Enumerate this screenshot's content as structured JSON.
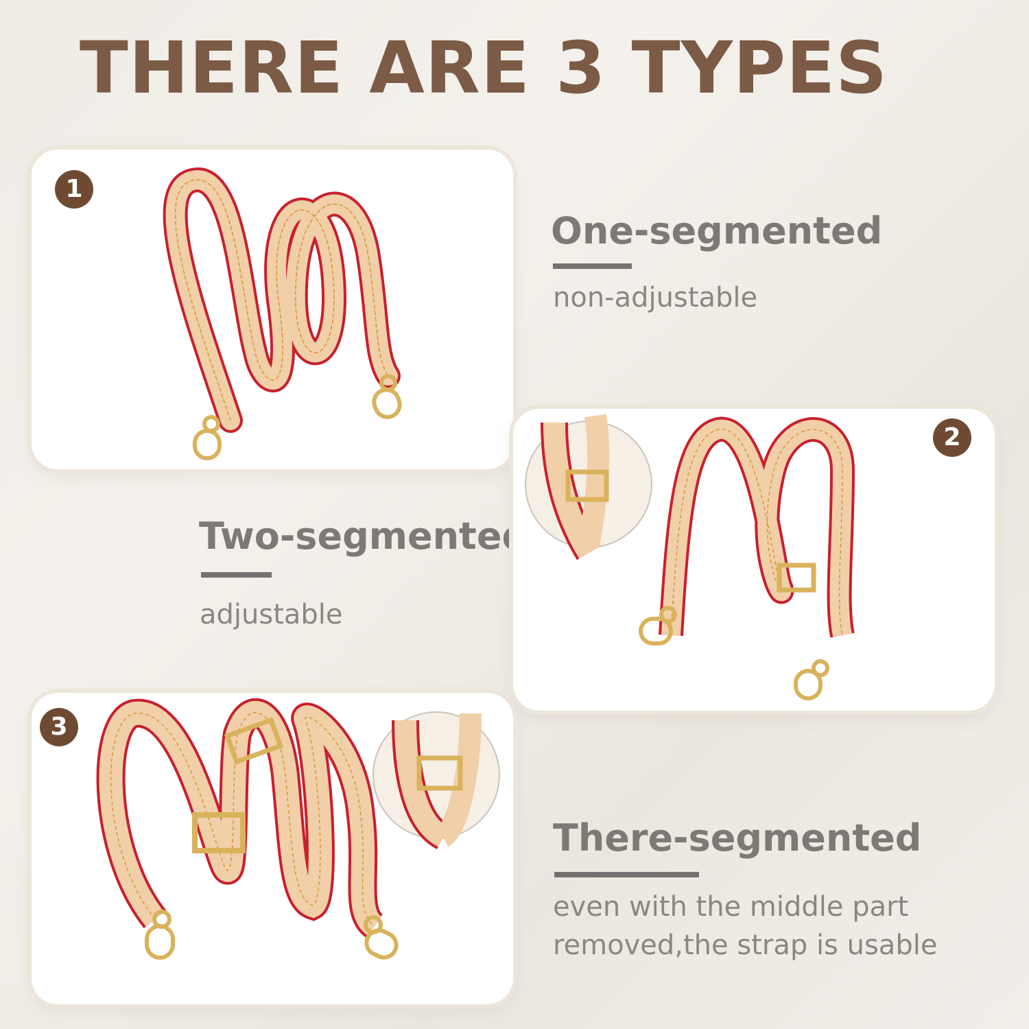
{
  "heading": "THERE ARE 3 TYPES",
  "types": [
    {
      "number": "1",
      "title": "One-segmented",
      "description": "non-adjustable"
    },
    {
      "number": "2",
      "title": "Two-segmented",
      "description": "adjustable"
    },
    {
      "number": "3",
      "title": "There-segmented",
      "description_line1": "even with the middle part",
      "description_line2": "removed,the strap is usable"
    }
  ],
  "colors": {
    "heading": "#7b5a46",
    "badge": "#6f4a33",
    "label": "#7d7a76",
    "strap_leather": "#f1cfa9",
    "strap_edge": "#c8202e",
    "hardware": "#d9b25c"
  }
}
